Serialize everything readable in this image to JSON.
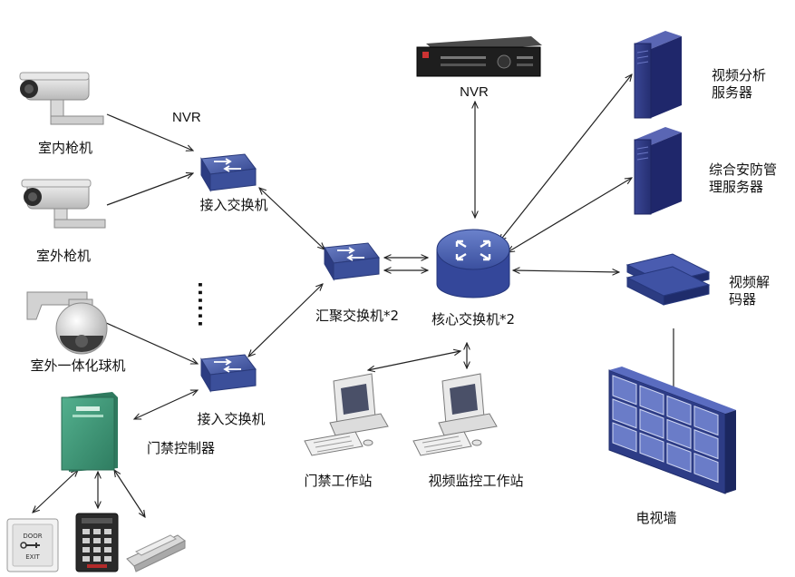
{
  "labels": {
    "indoor_camera": "室内枪机",
    "outdoor_camera": "室外枪机",
    "dome_camera": "室外一体化球机",
    "access_controller": "门禁控制器",
    "access_switch_top": "接入交换机",
    "access_switch_bottom": "接入交换机",
    "aggregation_switch": "汇聚交换机*2",
    "core_switch": "核心交换机*2",
    "nvr_left": "NVR",
    "nvr_top": "NVR",
    "video_analysis_server_line1": "视频分析",
    "video_analysis_server_line2": "服务器",
    "security_mgmt_server_line1": "综合安防管",
    "security_mgmt_server_line2": "理服务器",
    "video_decoder_line1": "视频解",
    "video_decoder_line2": "码器",
    "video_wall": "电视墙",
    "access_workstation": "门禁工作站",
    "video_monitor_workstation": "视频监控工作站",
    "exit_button_text_1": "DOOR",
    "exit_button_text_2": "EXIT",
    "ellipsis": "......"
  },
  "colors": {
    "switch_blue": "#3b4f9a",
    "server_navy": "#2a3580",
    "wall_blue": "#4b5ea8",
    "controller_green": "#3f9a7a",
    "arrow": "#222222"
  }
}
